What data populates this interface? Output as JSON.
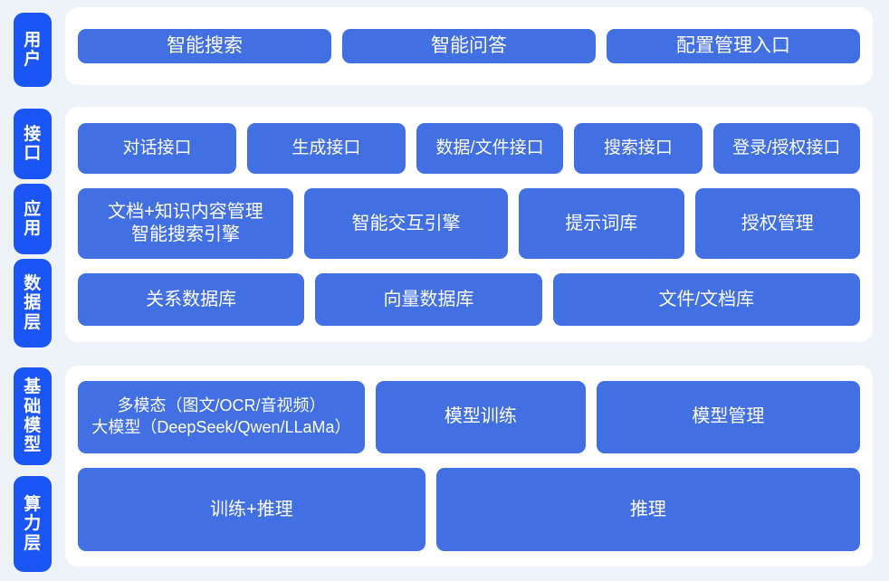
{
  "colors": {
    "page_background": "#eef2f9",
    "card_background": "#ffffff",
    "rail_tab": "#1c55f5",
    "content_box": "#4270e3",
    "box_text": "#ffffff"
  },
  "sections": [
    {
      "id": "user",
      "rails": [
        {
          "label": "用户",
          "chars": [
            "用",
            "户"
          ]
        }
      ],
      "rows": [
        {
          "boxes": [
            {
              "label": "智能搜索",
              "flex": 1
            },
            {
              "label": "智能问答",
              "flex": 1
            },
            {
              "label": "配置管理入口",
              "flex": 1
            }
          ]
        }
      ]
    },
    {
      "id": "middle",
      "rails": [
        {
          "label": "接口",
          "chars": [
            "接",
            "口"
          ]
        },
        {
          "label": "应用",
          "chars": [
            "应",
            "用"
          ]
        },
        {
          "label": "数据层",
          "chars": [
            "数",
            "据",
            "层"
          ]
        }
      ],
      "rows": [
        {
          "boxes": [
            {
              "label": "对话接口",
              "flex": 1.9
            },
            {
              "label": "生成接口",
              "flex": 1.9
            },
            {
              "label": "数据/文件接口",
              "flex": 1.75
            },
            {
              "label": "搜索接口",
              "flex": 1.5
            },
            {
              "label": "登录/授权接口",
              "flex": 1.75
            }
          ]
        },
        {
          "boxes": [
            {
              "label": "文档+知识内容管理\n智能搜索引擎",
              "flex": 2.6,
              "multiline": true
            },
            {
              "label": "智能交互引擎",
              "flex": 2.45
            },
            {
              "label": "提示词库",
              "flex": 1.95
            },
            {
              "label": "授权管理",
              "flex": 1.95
            }
          ]
        },
        {
          "boxes": [
            {
              "label": "关系数据库",
              "flex": 1
            },
            {
              "label": "向量数据库",
              "flex": 1
            },
            {
              "label": "文件/文档库",
              "flex": 1.38
            }
          ]
        }
      ]
    },
    {
      "id": "base",
      "rails": [
        {
          "label": "基础模型",
          "chars": [
            "基",
            "础",
            "模",
            "型"
          ]
        },
        {
          "label": "算力层",
          "chars": [
            "算",
            "力",
            "层"
          ]
        }
      ],
      "rows": [
        {
          "boxes": [
            {
              "label": "多模态（图文/OCR/音视频）\n大模型（DeepSeek/Qwen/LLaMa）",
              "flex": 1.52,
              "multiline": true
            },
            {
              "label": "模型训练",
              "flex": 1.09
            },
            {
              "label": "模型管理",
              "flex": 1.39
            }
          ]
        },
        {
          "boxes": [
            {
              "label": "训练+推理",
              "flex": 1
            },
            {
              "label": "推理",
              "flex": 1.23
            }
          ]
        }
      ]
    }
  ]
}
